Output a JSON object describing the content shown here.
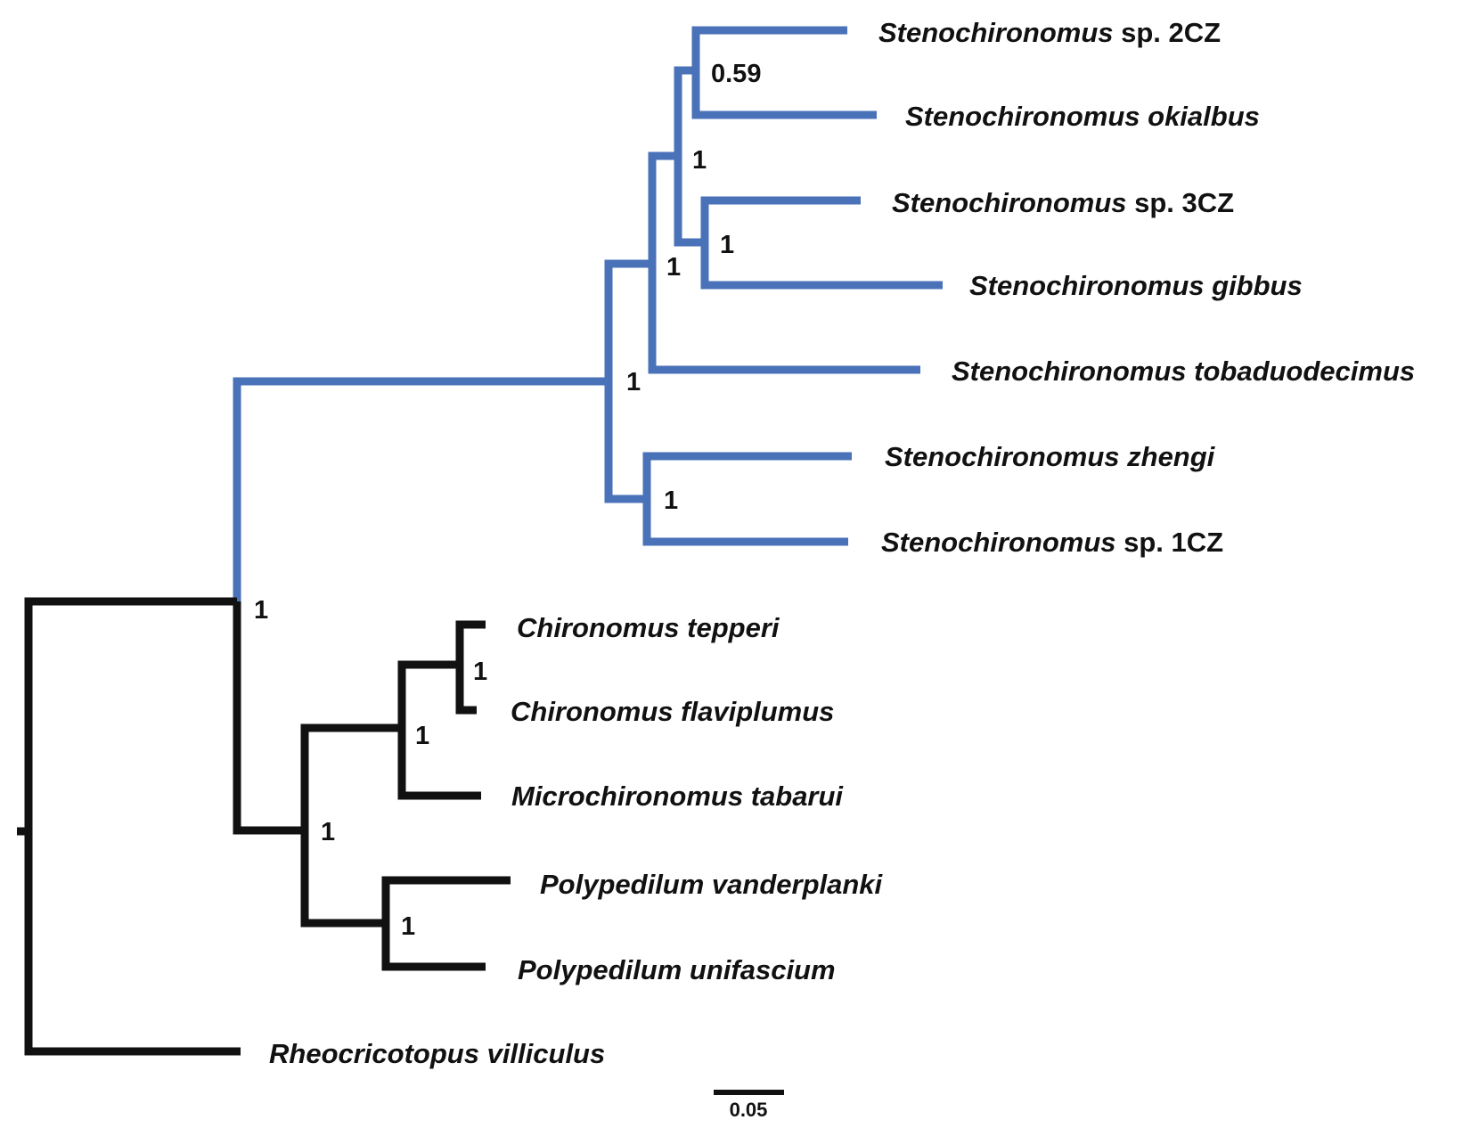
{
  "colors": {
    "stenochironomus_clade": "#4a72b8",
    "outgroup": "#111111"
  },
  "taxa": {
    "steno_2cz": {
      "name": "Stenochironomus",
      "suffix": " sp. 2CZ"
    },
    "steno_okial": {
      "name": "Stenochironomus okialbus",
      "suffix": ""
    },
    "steno_3cz": {
      "name": "Stenochironomus",
      "suffix": " sp. 3CZ"
    },
    "steno_gibb": {
      "name": "Stenochironomus gibbus",
      "suffix": ""
    },
    "steno_toba": {
      "name": "Stenochironomus tobaduodecimus",
      "suffix": ""
    },
    "steno_zhen": {
      "name": "Stenochironomus zhengi",
      "suffix": ""
    },
    "steno_1cz": {
      "name": "Stenochironomus",
      "suffix": " sp. 1CZ"
    },
    "chir_tepp": {
      "name": "Chironomus tepperi",
      "suffix": ""
    },
    "chir_flav": {
      "name": "Chironomus flaviplumus",
      "suffix": ""
    },
    "micro_tab": {
      "name": "Microchironomus tabarui",
      "suffix": ""
    },
    "poly_vand": {
      "name": "Polypedilum vanderplanki",
      "suffix": ""
    },
    "poly_unif": {
      "name": "Polypedilum unifascium",
      "suffix": ""
    },
    "rheo_vill": {
      "name": "Rheocricotopus villiculus",
      "suffix": ""
    }
  },
  "support": {
    "n_2cz_okial": "0.59",
    "n_steno4": "1",
    "n_3cz_gibb": "1",
    "n_steno5": "1",
    "n_steno7": "1",
    "n_zhen_1cz": "1",
    "n_ingroup": "1",
    "n_chir_pair": "1",
    "n_chir3": "1",
    "n_chir5": "1",
    "n_poly": "1"
  },
  "scale_bar": {
    "label": "0.05"
  }
}
